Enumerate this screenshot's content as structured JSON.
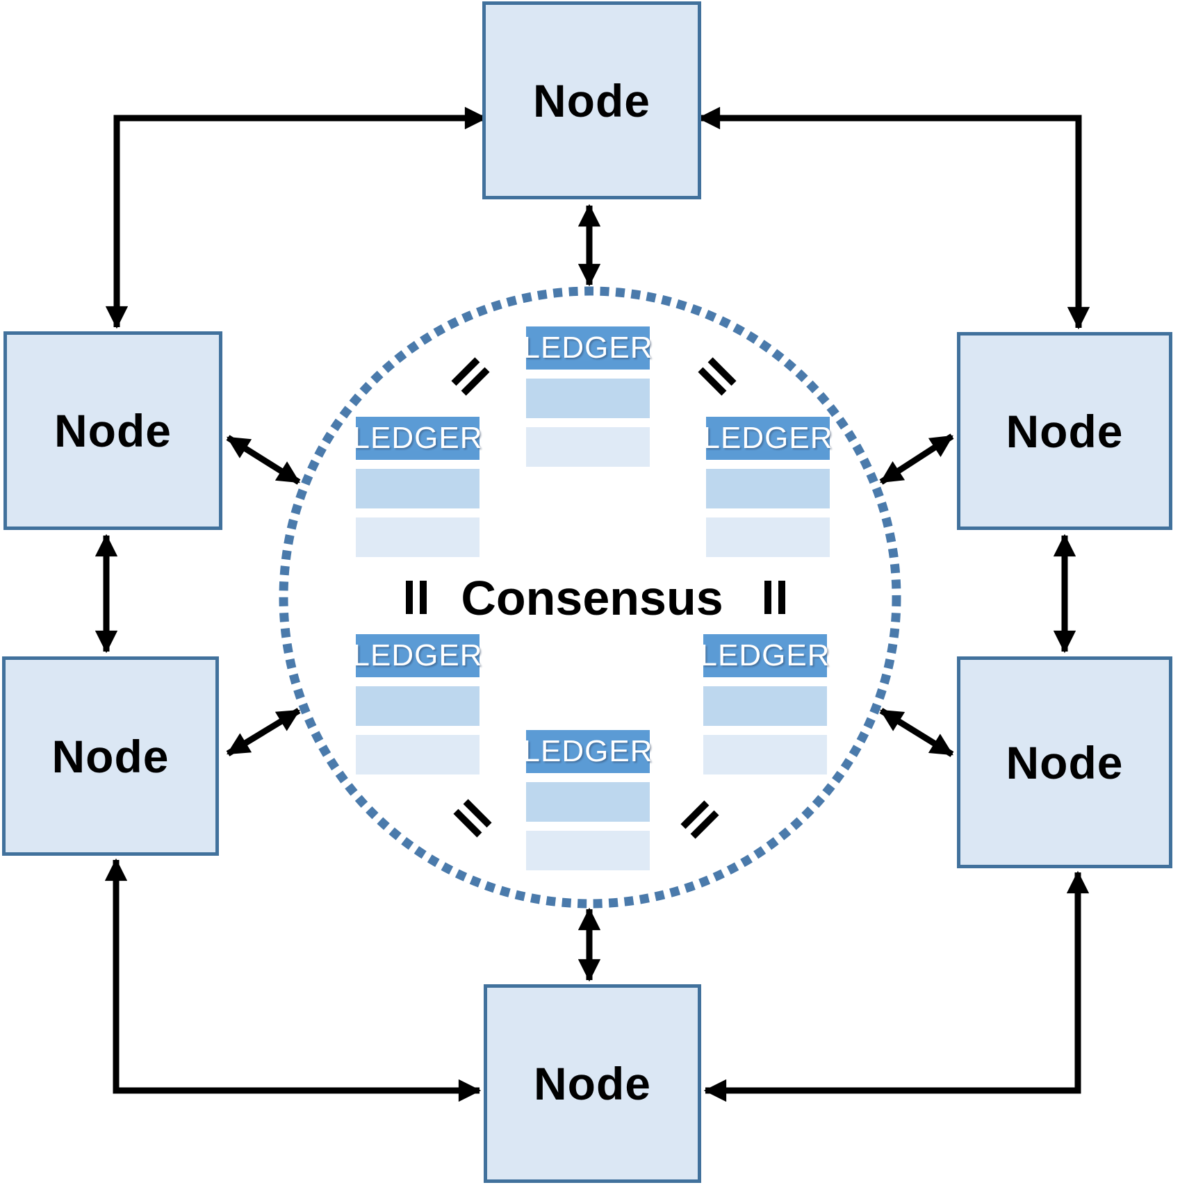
{
  "diagram": {
    "center_label": "Consensus",
    "nodes": [
      {
        "id": "top",
        "label": "Node"
      },
      {
        "id": "upper-left",
        "label": "Node"
      },
      {
        "id": "upper-right",
        "label": "Node"
      },
      {
        "id": "lower-left",
        "label": "Node"
      },
      {
        "id": "lower-right",
        "label": "Node"
      },
      {
        "id": "bottom",
        "label": "Node"
      }
    ],
    "ledgers": [
      {
        "position": "top-center",
        "header": "LEDGER",
        "rows": 2
      },
      {
        "position": "middle-left",
        "header": "LEDGER",
        "rows": 2
      },
      {
        "position": "middle-right",
        "header": "LEDGER",
        "rows": 2
      },
      {
        "position": "lower-left",
        "header": "LEDGER",
        "rows": 2
      },
      {
        "position": "lower-right",
        "header": "LEDGER",
        "rows": 2
      },
      {
        "position": "bottom-center",
        "header": "LEDGER",
        "rows": 2
      }
    ],
    "equals_signs": {
      "count": 6,
      "positions": [
        "top-left",
        "top-right",
        "left",
        "right",
        "bottom-left",
        "bottom-right"
      ]
    },
    "connectors": {
      "double_headed": true,
      "straight": 4,
      "diagonal": 4,
      "corner_elbows": 4
    },
    "colors": {
      "node_fill": "#dbe7f4",
      "node_border": "#41719c",
      "ledger_header": "#5b9bd5",
      "ledger_row_1": "#bdd7ee",
      "ledger_row_2": "#dfeaf6",
      "consensus_ring_dots": "#4a7aab",
      "arrow": "#000000",
      "text": "#000000"
    }
  }
}
